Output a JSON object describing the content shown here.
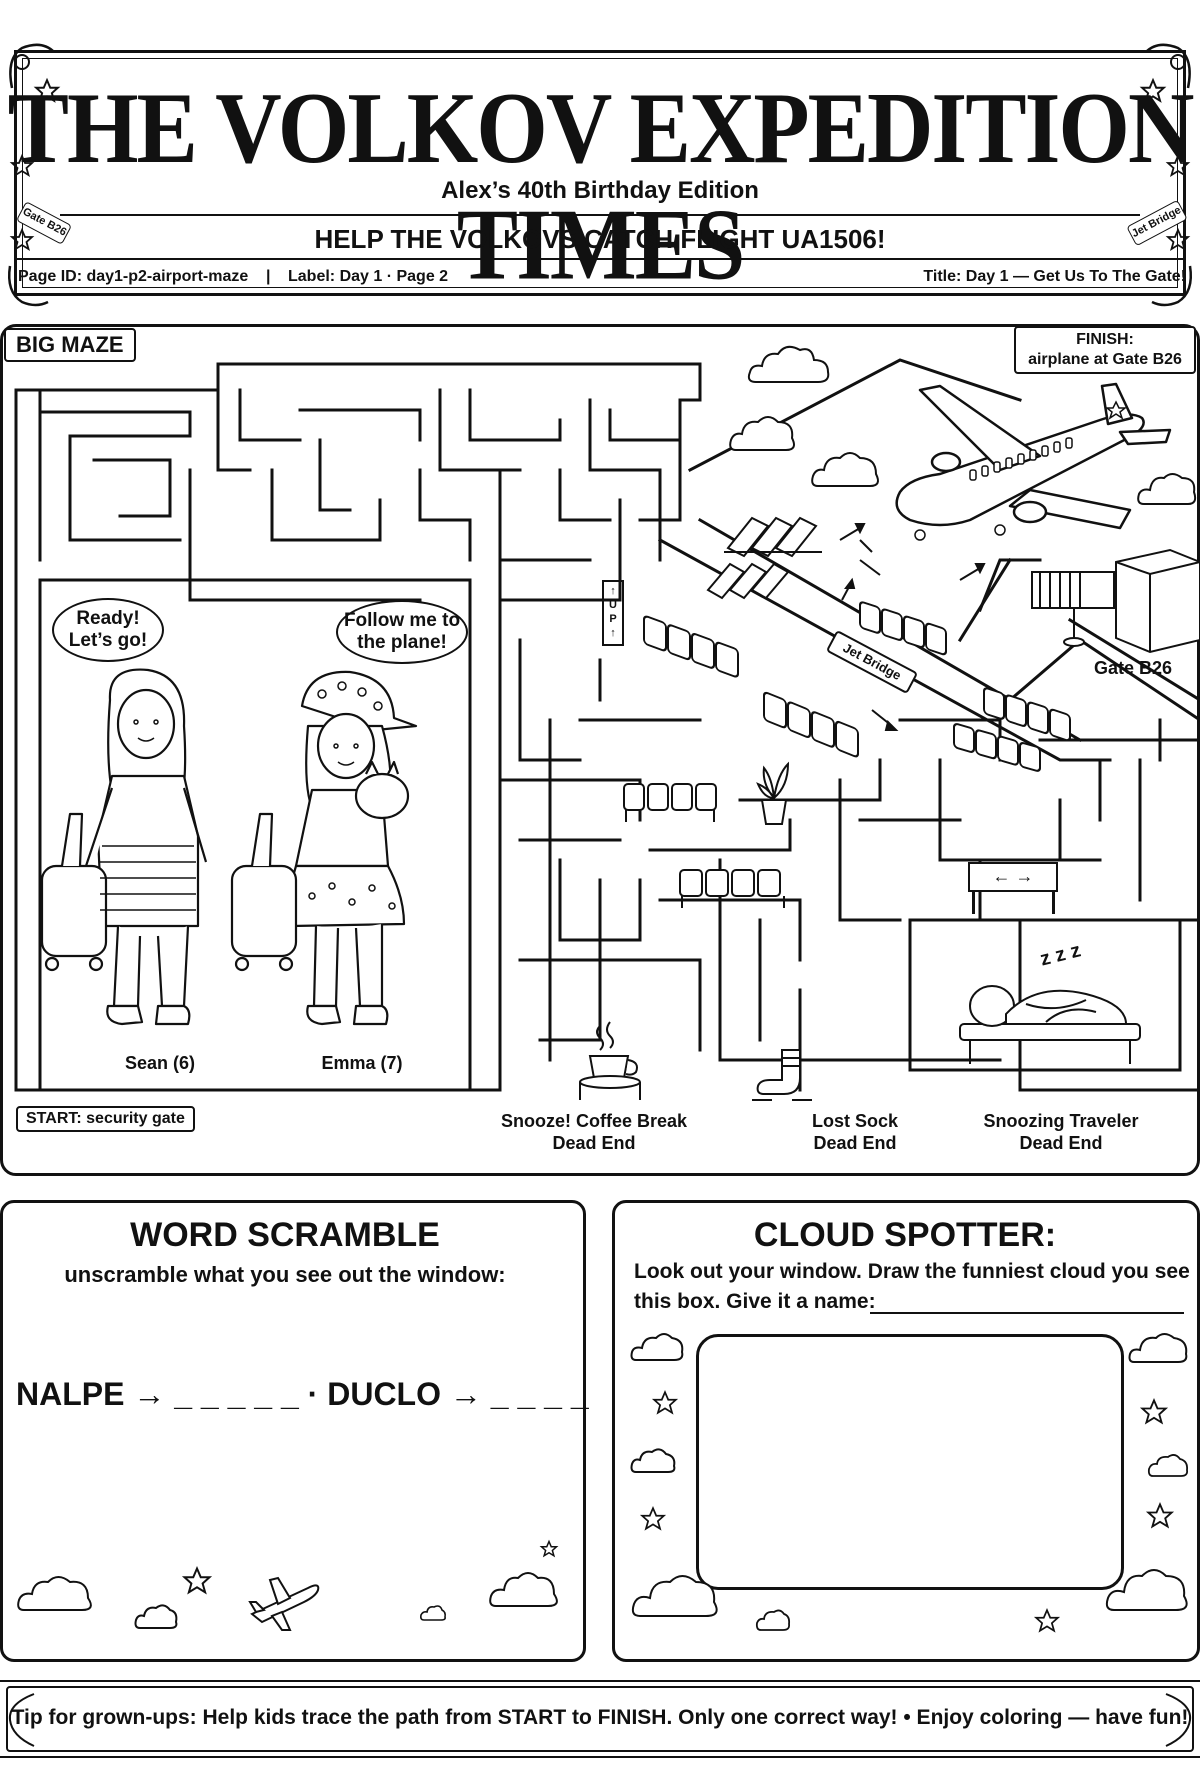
{
  "masthead": {
    "title": "THE VOLKOV EXPEDITION TIMES",
    "subtitle": "Alex’s 40th Birthday Edition",
    "headline": "HELP THE VOLKOVS CATCH FLIGHT UA1506!",
    "corner_left_banner": "Gate B26",
    "corner_right_banner": "Jet Bridge",
    "page_id": "Page ID: day1-p2-airport-maze",
    "separator": "|",
    "label": "Label: Day 1 · Page 2",
    "page_title": "Title: Day 1 — Get Us To The Gate!"
  },
  "maze": {
    "section_label": "BIG MAZE",
    "finish_label": "FINISH:",
    "finish_sub": "airplane at Gate B26",
    "start_label": "START: security gate",
    "gate_label": "Gate B26",
    "jet_bridge_sign": "Jet Bridge",
    "sign_arrows": "←  →",
    "zzz": "z z z",
    "characters": [
      {
        "name": "Sean (6)",
        "speech_line1": "Ready!",
        "speech_line2": "Let’s go!"
      },
      {
        "name": "Emma (7)",
        "speech_line1": "Follow me to",
        "speech_line2": "the plane!"
      }
    ],
    "dead_ends": [
      {
        "line1": "Snooze! Coffee Break",
        "line2": "Dead End"
      },
      {
        "line1": "Lost Sock",
        "line2": "Dead End"
      },
      {
        "line1": "Snoozing Traveler",
        "line2": "Dead End"
      }
    ]
  },
  "word_scramble": {
    "title": "WORD SCRAMBLE",
    "subtitle": "unscramble what you see out the window:",
    "puzzle": "NALPE → _ _ _ _ _ · DUCLO → _ _ _ _"
  },
  "cloud_spotter": {
    "title": "CLOUD SPOTTER:",
    "line1": "Look out your window. Draw the funniest cloud you see in",
    "line2": "this box. Give it a name:"
  },
  "footer": {
    "tip": "Tip for grown-ups: Help kids trace the path from START to FINISH. Only one correct way!  •  Enjoy coloring — have fun!"
  },
  "icons": [
    "star-icon",
    "cloud-icon",
    "airplane-icon",
    "coffee-cup-icon",
    "sock-icon",
    "plant-icon",
    "bench-icon",
    "suitcase-icon"
  ]
}
